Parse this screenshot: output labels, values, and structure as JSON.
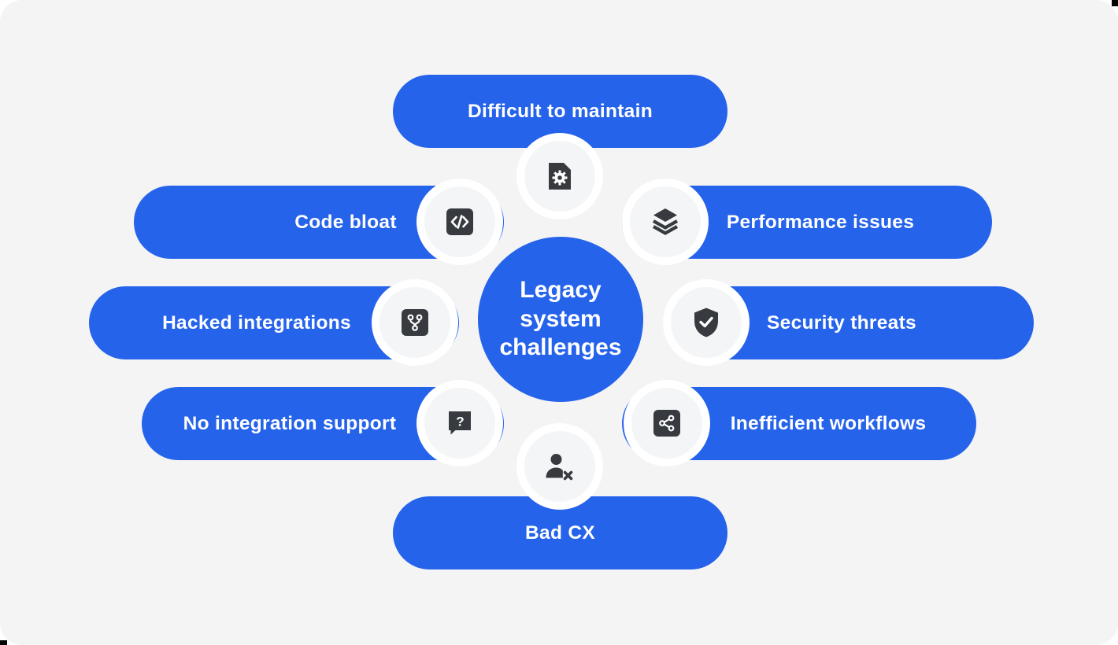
{
  "title": "Legacy system challenges",
  "colors": {
    "accent_blue": "#2563eb",
    "icon_dark": "#373b40",
    "surface_gray": "#f4f4f5",
    "badge_ring": "#ffffff",
    "label_text": "#ffffff"
  },
  "center": {
    "lines": [
      "Legacy",
      "system",
      "challenges"
    ]
  },
  "items": [
    {
      "label": "Difficult to maintain",
      "icon": "document-gear-icon",
      "position": "top"
    },
    {
      "label": "Code bloat",
      "icon": "code-brackets-icon",
      "position": "upper-left"
    },
    {
      "label": "Performance issues",
      "icon": "layers-icon",
      "position": "upper-right"
    },
    {
      "label": "Hacked integrations",
      "icon": "git-branch-icon",
      "position": "middle-left"
    },
    {
      "label": "Security threats",
      "icon": "shield-check-icon",
      "position": "middle-right"
    },
    {
      "label": "No integration support",
      "icon": "question-bubble-icon",
      "position": "lower-left"
    },
    {
      "label": "Inefficient workflows",
      "icon": "share-nodes-icon",
      "position": "lower-right"
    },
    {
      "label": "Bad CX",
      "icon": "user-x-icon",
      "position": "bottom"
    }
  ]
}
